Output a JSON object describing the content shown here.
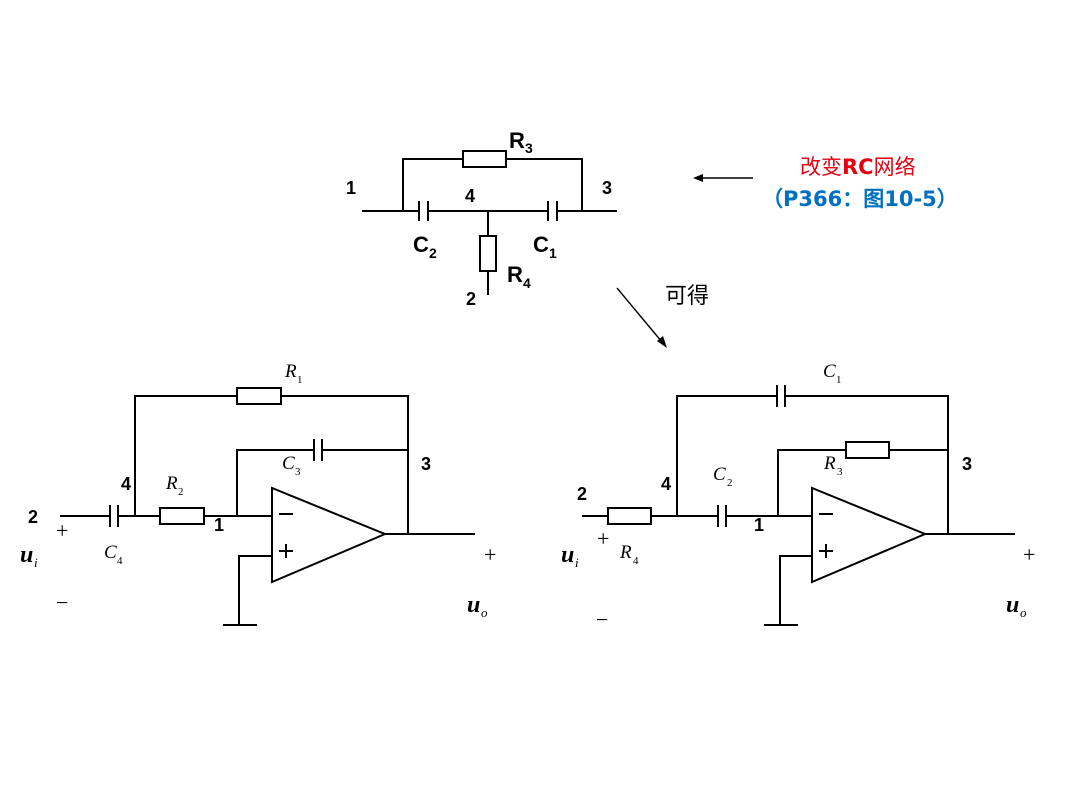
{
  "colors": {
    "note_red": "#e60012",
    "note_blue": "#0070c0",
    "wire": "#000000"
  },
  "note": {
    "line1_prefix": "改变",
    "line1_bold": "RC",
    "line1_suffix": "网络",
    "line2": "（P366：图10-5）"
  },
  "arrow_caption": "可得",
  "top_network": {
    "nodes": [
      "1",
      "4",
      "3",
      "2"
    ],
    "r3": {
      "main": "R",
      "sub": "3"
    },
    "c2": {
      "main": "C",
      "sub": "2"
    },
    "c1": {
      "main": "C",
      "sub": "1"
    },
    "r4": {
      "main": "R",
      "sub": "4"
    }
  },
  "left_circuit": {
    "nodes": [
      "2",
      "4",
      "1",
      "3"
    ],
    "r1": {
      "main": "R",
      "sub": "1"
    },
    "r2": {
      "main": "R",
      "sub": "2"
    },
    "c3": {
      "main": "C",
      "sub": "3"
    },
    "c4": {
      "main": "C",
      "sub": "4"
    },
    "ui": {
      "main": "u",
      "sub": "i"
    },
    "uo": {
      "main": "u",
      "sub": "o"
    },
    "plus": "+",
    "minus": "−"
  },
  "right_circuit": {
    "nodes": [
      "2",
      "4",
      "1",
      "3"
    ],
    "c1": {
      "main": "C",
      "sub": "1"
    },
    "r3": {
      "main": "R",
      "sub": "3"
    },
    "c2": {
      "main": "C",
      "sub": "2"
    },
    "r4": {
      "main": "R",
      "sub": "4"
    },
    "ui": {
      "main": "u",
      "sub": "i"
    },
    "uo": {
      "main": "u",
      "sub": "o"
    },
    "plus": "+",
    "minus": "−"
  }
}
